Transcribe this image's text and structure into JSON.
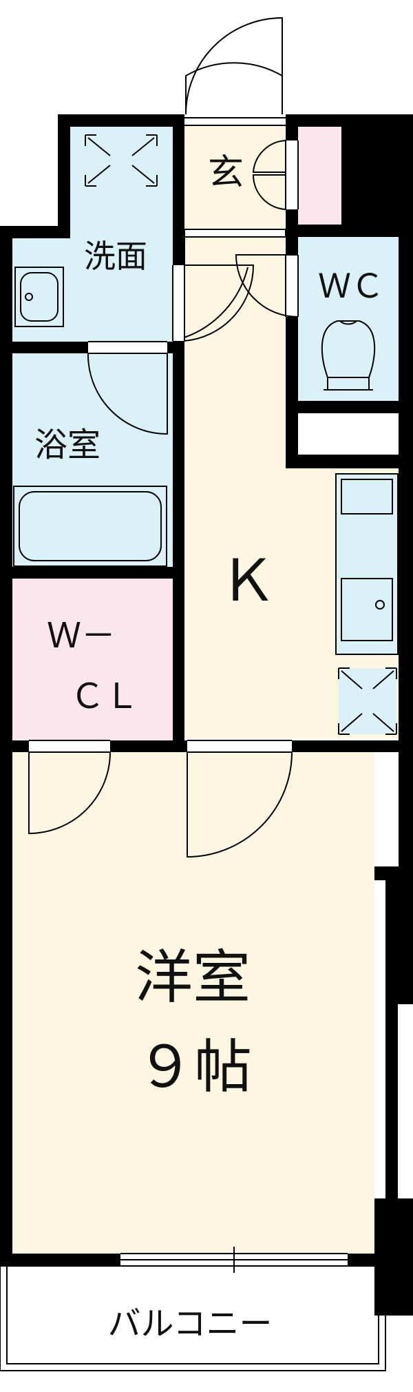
{
  "rooms": {
    "entrance": "玄",
    "washroom": "洗面",
    "bath": "浴室",
    "toilet": "ＷＣ",
    "walkin_closet_line1": "Ｗ－",
    "walkin_closet_line2": "ＣＬ",
    "kitchen": "Ｋ",
    "western_room": "洋室",
    "western_room_size": "９帖",
    "balcony": "バルコニー"
  },
  "colors": {
    "wall": "#000000",
    "wet_area": "#dbf1f8",
    "living_area": "#fdf7e1",
    "closet": "#fce6ee",
    "balcony": "#ffffff"
  }
}
